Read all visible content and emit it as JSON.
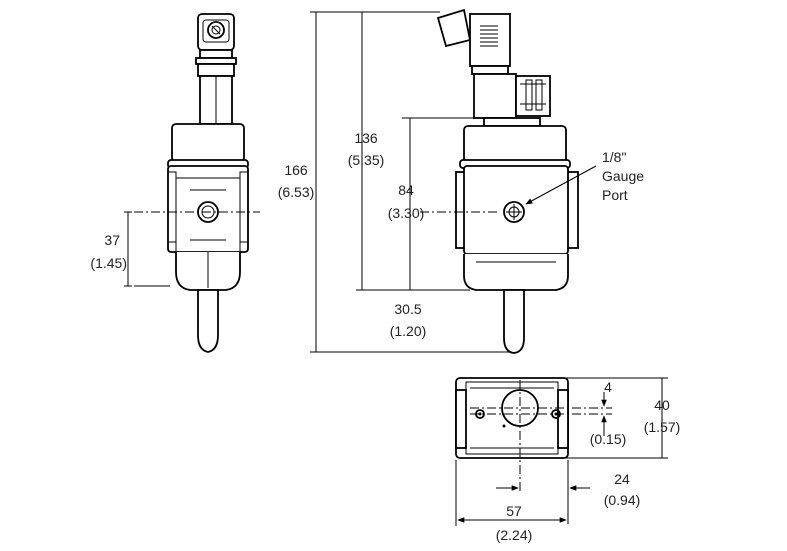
{
  "dimensions": {
    "d37_mm": "37",
    "d37_in": "(1.45)",
    "d166_mm": "166",
    "d166_in": "(6.53)",
    "d136_mm": "136",
    "d136_in": "(5.35)",
    "d84_mm": "84",
    "d84_in": "(3.30)",
    "d30_5_mm": "30.5",
    "d30_5_in": "(1.20)",
    "d4_mm": "4",
    "d4_in": "(0.15)",
    "d40_mm": "40",
    "d40_in": "(1.57)",
    "d24_mm": "24",
    "d24_in": "(0.94)",
    "d57_mm": "57",
    "d57_in": "(2.24)"
  },
  "callout": {
    "line1": "1/8\"",
    "line2": "Gauge",
    "line3": "Port"
  },
  "icons": [
    "arrow-icon",
    "gauge-port-icon",
    "mounting-hole-icon",
    "connector-grill-icon"
  ]
}
